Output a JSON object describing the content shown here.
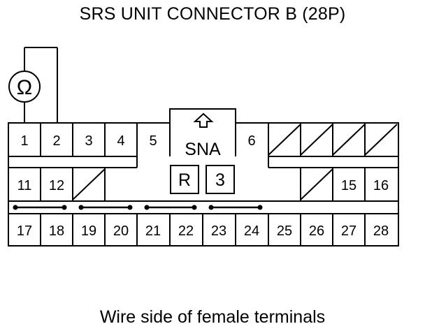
{
  "diagram": {
    "title": "SRS UNIT CONNECTOR B (28P)",
    "caption": "Wire side of female terminals",
    "meter_symbol": "Ω",
    "meter_icon": "ohmmeter-icon",
    "center_label": "SNA",
    "arrow_icon": "up-arrow-icon",
    "box_r": "R",
    "box_3": "3",
    "top_row": [
      "1",
      "2",
      "3",
      "4",
      "5",
      "6"
    ],
    "middle_row": [
      "11",
      "12",
      "15",
      "16"
    ],
    "bottom_row": [
      "17",
      "18",
      "19",
      "20",
      "21",
      "22",
      "23",
      "24",
      "25",
      "26",
      "27",
      "28"
    ],
    "line_color": "#000000",
    "background": "#ffffff"
  }
}
